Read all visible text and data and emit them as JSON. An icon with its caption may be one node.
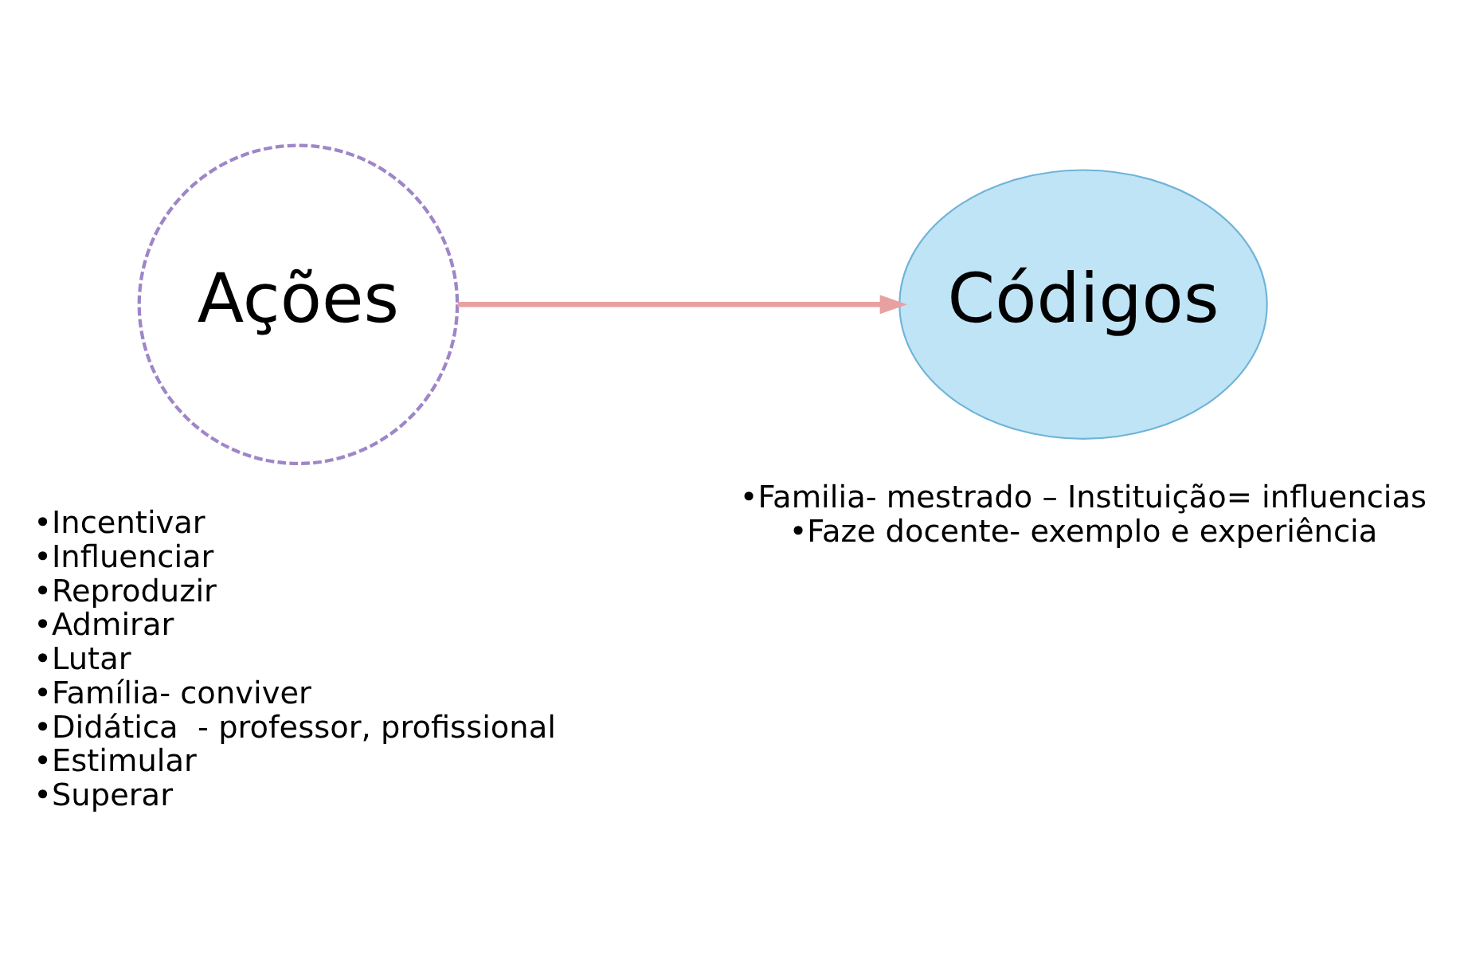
{
  "diagram": {
    "nodes": [
      {
        "text": [
          "Ações"
        ],
        "beside": [
          "•Incentivar",
          "•Influenciar",
          "•Reproduzir",
          "•Admirar",
          "•Lutar",
          "•Família- conviver",
          "•Didática  - professor, profissional",
          "•Estimular",
          "•Superar"
        ]
      },
      {
        "text": [
          "Códigos"
        ],
        "beside": [
          "•Familia- mestrado – Instituição= influencias",
          "•Faze docente- exemplo e experiência"
        ]
      }
    ],
    "edges": [
      {
        "from": 0,
        "to": 1,
        "arrow": "to"
      }
    ]
  }
}
